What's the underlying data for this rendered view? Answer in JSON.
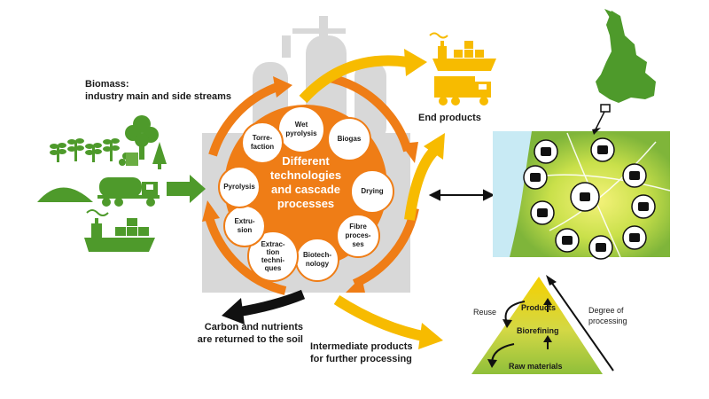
{
  "biomass": {
    "line1": "Biomass:",
    "line2": "industry main and side streams"
  },
  "center": {
    "line1": "Different",
    "line2": "technologies",
    "line3": "and cascade",
    "line4": "processes"
  },
  "processes": [
    {
      "l1": "Wet",
      "l2": "pyrolysis",
      "l3": ""
    },
    {
      "l1": "Biogas",
      "l2": "",
      "l3": ""
    },
    {
      "l1": "Drying",
      "l2": "",
      "l3": ""
    },
    {
      "l1": "Fibre",
      "l2": "proces-",
      "l3": "ses"
    },
    {
      "l1": "Biotech-",
      "l2": "nology",
      "l3": ""
    },
    {
      "l1": "Extrac-",
      "l2": "tion",
      "l3": "techni-",
      "l4": "ques"
    },
    {
      "l1": "Extru-",
      "l2": "sion",
      "l3": ""
    },
    {
      "l1": "Pyrolysis",
      "l2": "",
      "l3": ""
    },
    {
      "l1": "Torre-",
      "l2": "faction",
      "l3": ""
    }
  ],
  "end_products": "End products",
  "carbon": {
    "line1": "Carbon and nutrients",
    "line2": "are returned to the soil"
  },
  "intermediate": {
    "line1": "Intermediate products",
    "line2": "for further processing"
  },
  "pyramid": {
    "reuse": "Reuse",
    "degree_line1": "Degree of",
    "degree_line2": "processing",
    "products": "Products",
    "biorefining": "Biorefining",
    "raw_materials": "Raw materials"
  },
  "colors": {
    "green": "#4e9a2b",
    "orange": "#ef7d16",
    "yellow": "#f7bb00",
    "grey": "#d8d8d8",
    "black": "#111111"
  }
}
